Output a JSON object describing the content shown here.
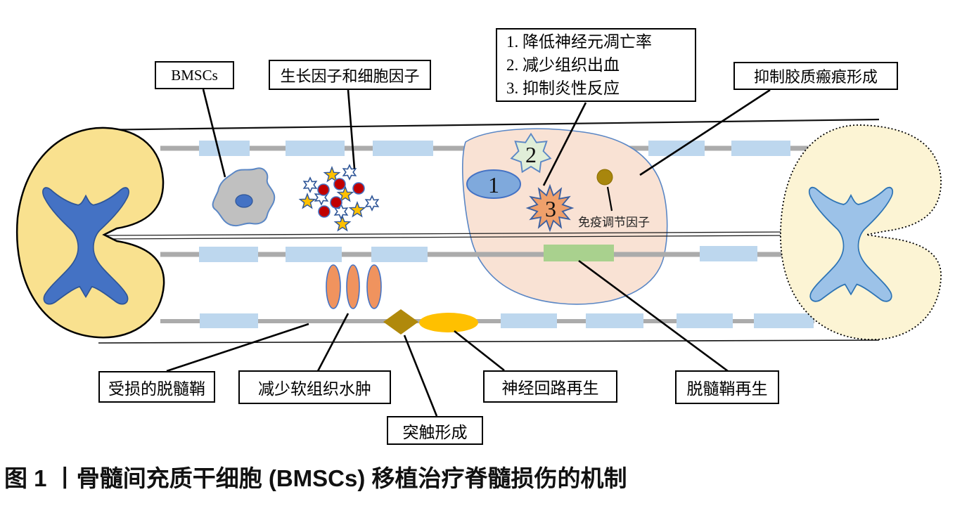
{
  "figure": {
    "caption": "图 1 丨骨髓间充质干细胞 (BMSCs) 移植治疗脊髓损伤的机制"
  },
  "callouts": {
    "bmscs": "BMSCs",
    "growth_factors": "生长因子和细胞因子",
    "effects": {
      "line1": "1. 降低神经元凋亡率",
      "line2": "2. 减少组织出血",
      "line3": "3. 抑制炎性反应"
    },
    "glial_scar": "抑制胶质瘢痕形成",
    "damaged_myelin": "受损的脱髓鞘",
    "edema": "减少软组织水肿",
    "synapse": "突触形成",
    "neural_circuit": "神经回路再生",
    "remyelination": "脱髓鞘再生"
  },
  "annotations": {
    "immune_factor": "免疫调节因子",
    "marker_1": "1",
    "marker_2": "2",
    "marker_3": "3"
  },
  "colors": {
    "cord_section_left_fill": "#F9E18F",
    "gray_matter_left": "#4472C4",
    "cord_section_right_fill": "#FCF4D4",
    "gray_matter_right": "#9CC2E8",
    "myelin_segment": "#BDD7EE",
    "axon_line": "#ABABAB",
    "injury_site_fill": "#F9E2D4",
    "injury_site_stroke": "#5B87C5",
    "neuron_ellipse": "#7FA9DC",
    "hemorrhage_star": "#E0EED8",
    "inflammation_burst": "#EFA06B",
    "immune_dot": "#A8860D",
    "bmsc_cell": "#C0C0C0",
    "bmsc_nucleus": "#4472C4",
    "factor_star_yellow": "#FFC000",
    "factor_dot_red": "#C00000",
    "edema_ellipse": "#F0935E",
    "synapse_diamond": "#B0890B",
    "new_myelin_ellipse": "#FFC000",
    "remyelination_rect": "#A9D18E"
  }
}
